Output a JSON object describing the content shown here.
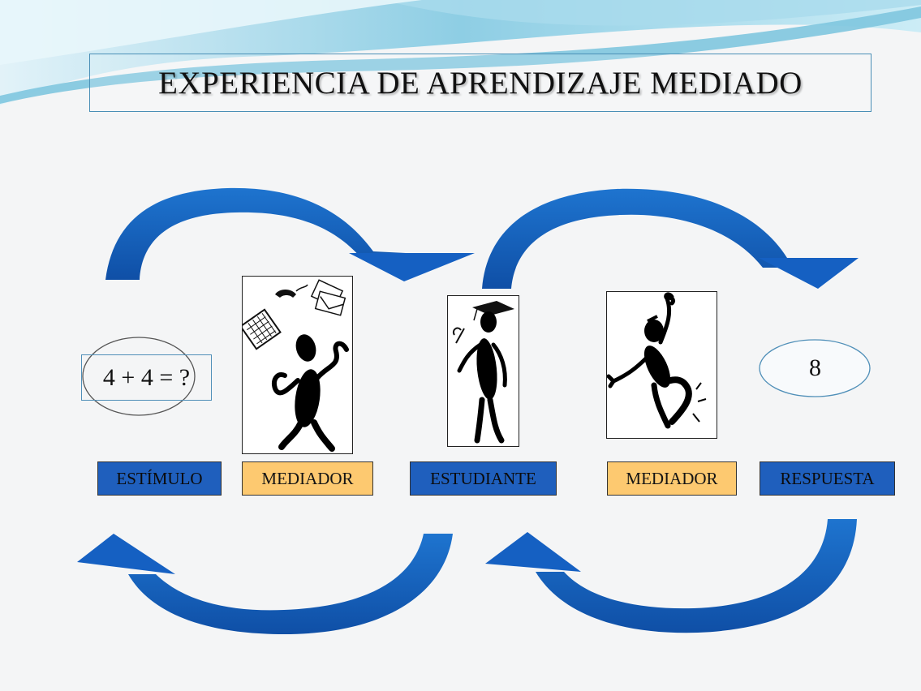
{
  "title": "EXPERIENCIA DE APRENDIZAJE MEDIADO",
  "stimulus": {
    "expression": "4 + 4 = ?"
  },
  "response": {
    "value": "8"
  },
  "labels": {
    "stimulus": "ESTÍMULO",
    "mediator_1": "MEDIADOR",
    "student": "ESTUDIANTE",
    "mediator_2": "MEDIADOR",
    "response": "RESPUESTA"
  },
  "colors": {
    "arrow": "#1565c0",
    "label_blue": "#1f5fbd",
    "label_yellow": "#fdc970",
    "wave_light": "#bfe6f2",
    "wave_dark": "#5fb3d3"
  },
  "images": [
    {
      "name": "juggling-figure",
      "description": "figure juggling a phone, letters and a keyboard"
    },
    {
      "name": "graduate-figure",
      "description": "graduate figure holding a diploma"
    },
    {
      "name": "jumping-figure",
      "description": "figure jumping with arm raised"
    }
  ]
}
